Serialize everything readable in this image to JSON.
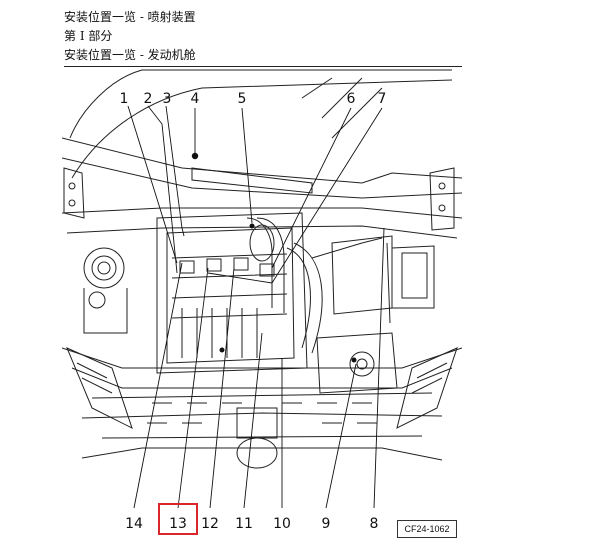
{
  "header": {
    "line1": "安装位置一览 - 喷射装置",
    "line2": "第 I 部分",
    "line3": "安装位置一览 - 发动机舱"
  },
  "diagram": {
    "figure_code": "CF24-1062",
    "callouts_top": [
      "1",
      "2",
      "3",
      "4",
      "5",
      "6",
      "7"
    ],
    "callouts_bottom": [
      "14",
      "13",
      "12",
      "11",
      "10",
      "9",
      "8"
    ],
    "highlighted_callout": "13",
    "highlight_color": "#d9262a"
  }
}
